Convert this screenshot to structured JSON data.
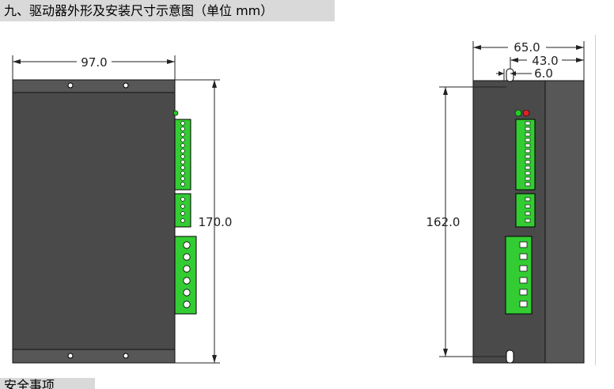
{
  "heading": "九、驱动器外形及安装尺寸示意图（单位 mm）",
  "footer_heading": "安全事项",
  "dimensions": {
    "front_width": "97.0",
    "front_height": "170.0",
    "side_width": "65.0",
    "side_offset_a": "43.0",
    "side_offset_b": "6.0",
    "side_height": "162.0"
  },
  "colors": {
    "body": "#4a4a4a",
    "plate": "#575757",
    "connector": "#33cc33",
    "led_green": "#22cc22",
    "led_red": "#dd2222",
    "heading_bg": "#d9d9d9"
  }
}
